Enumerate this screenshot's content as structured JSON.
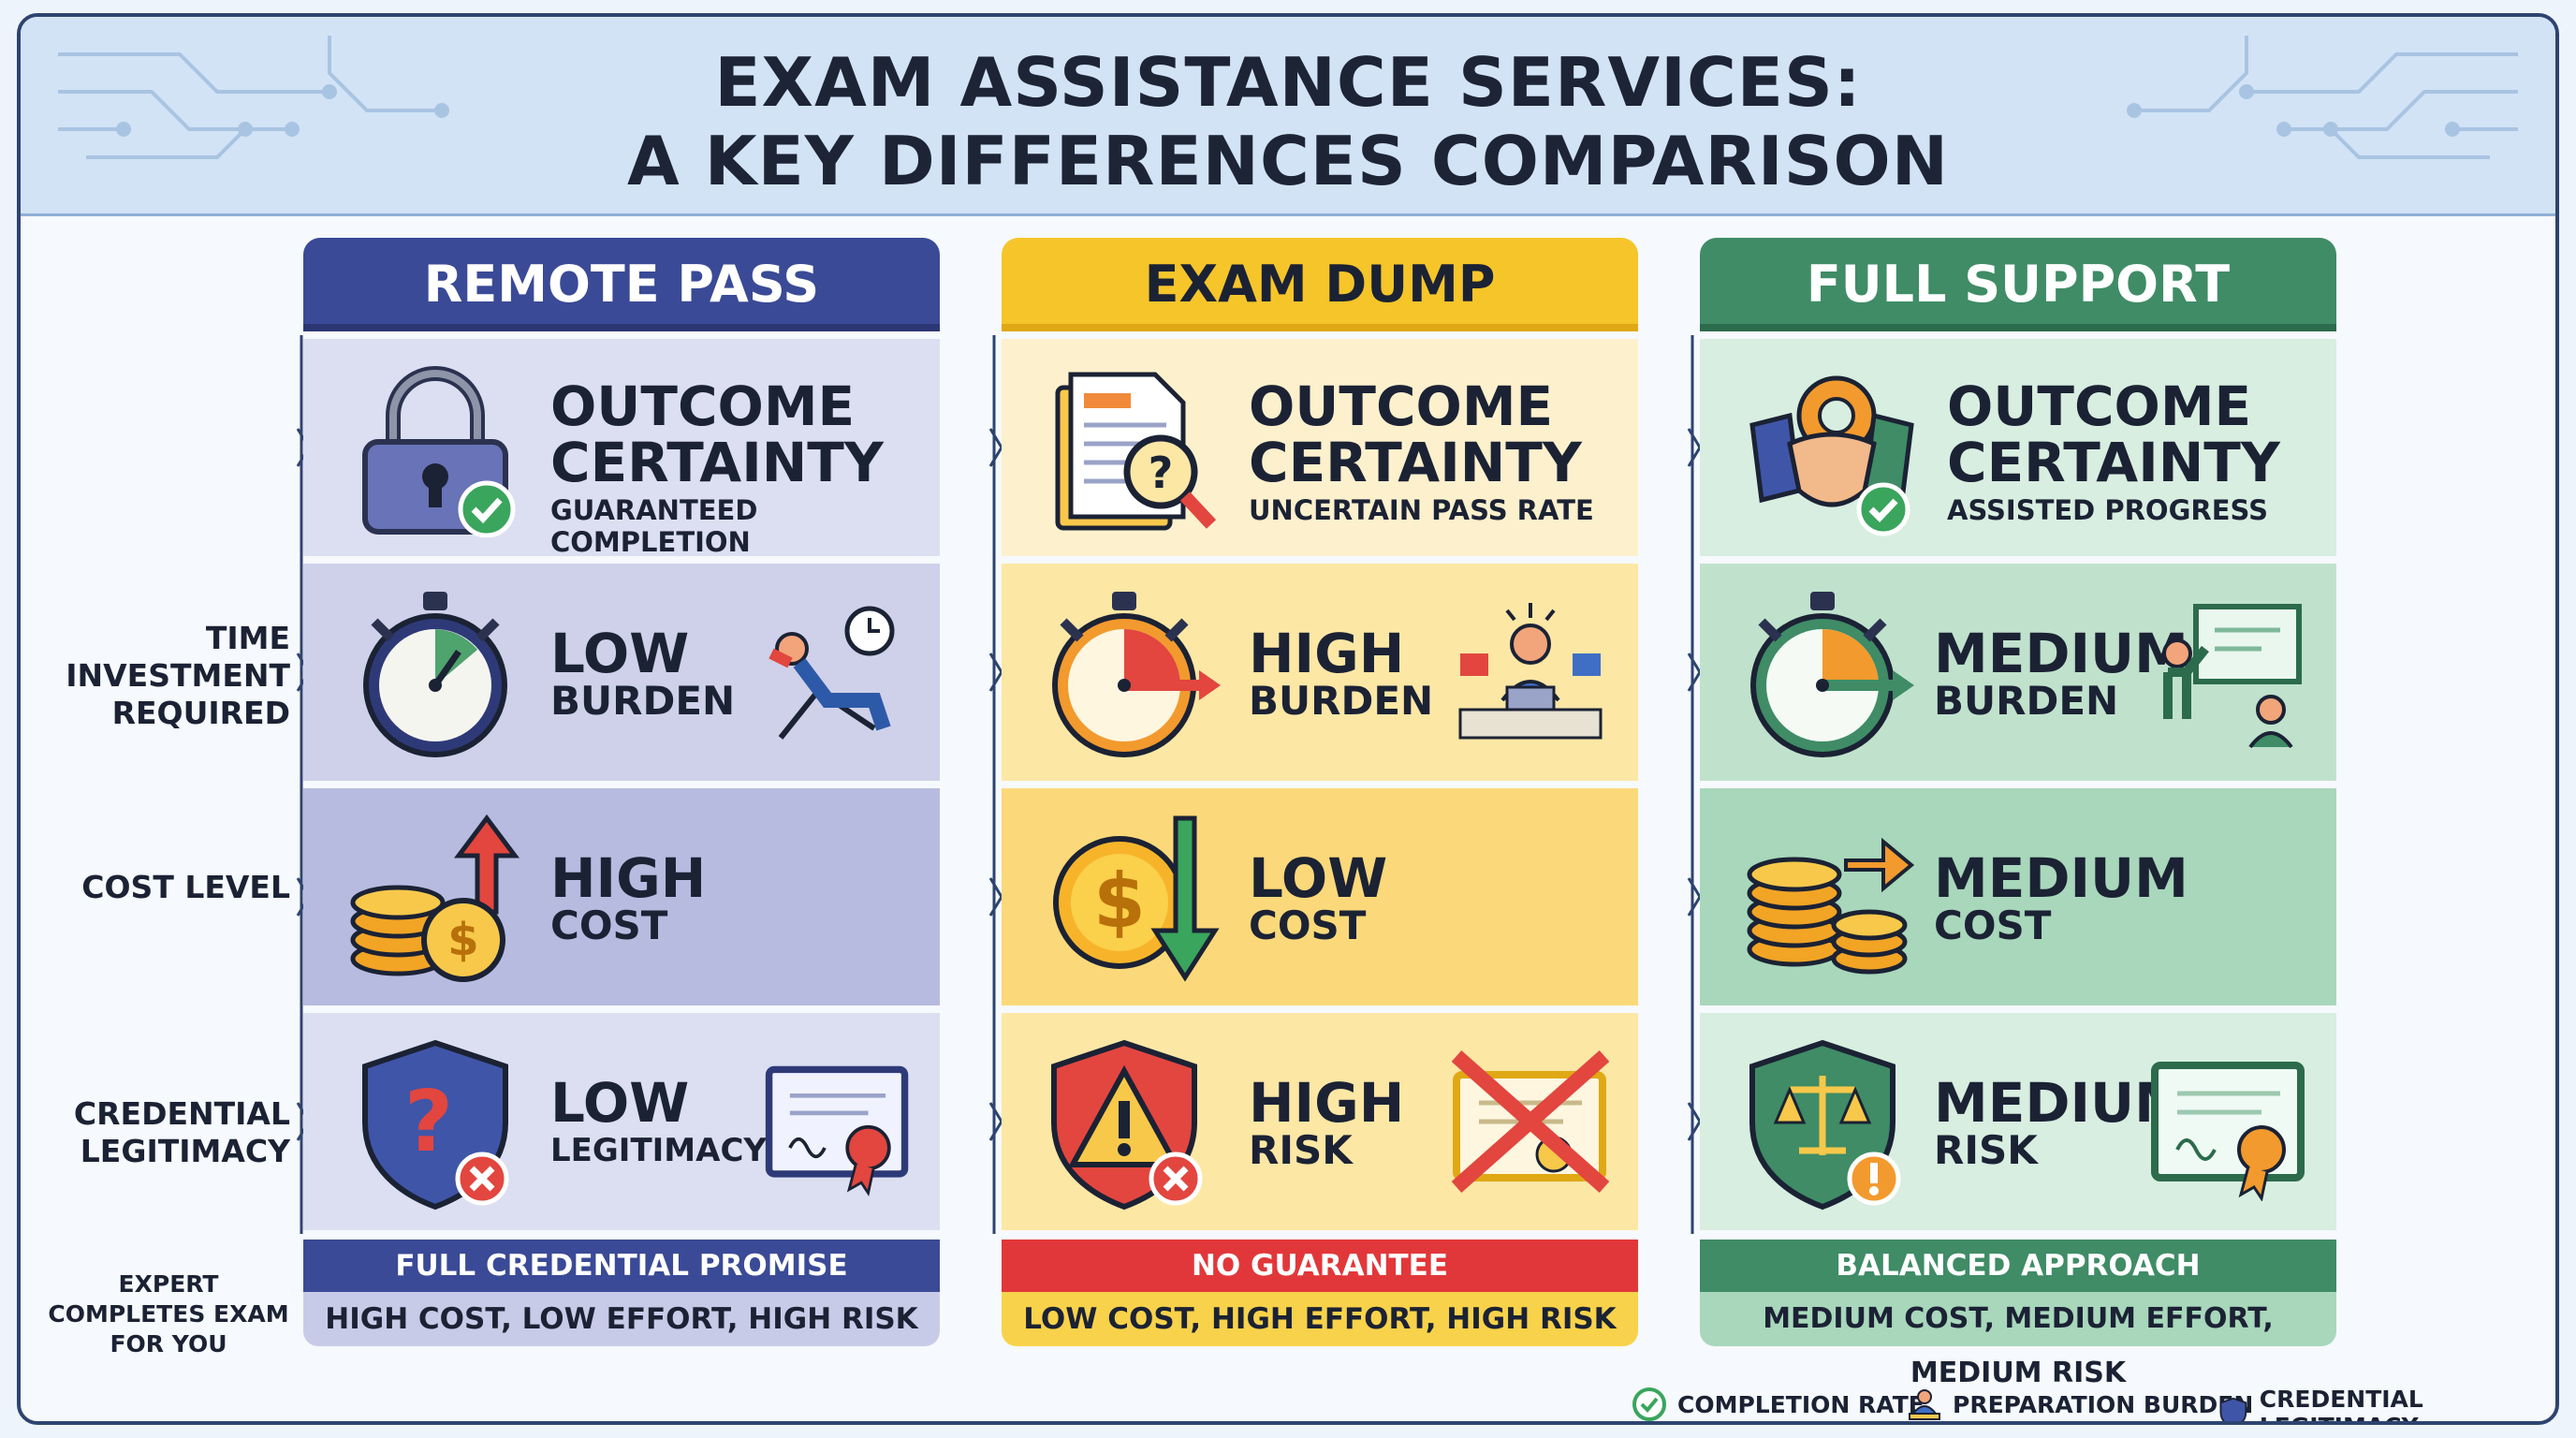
{
  "title": {
    "line1": "EXAM ASSISTANCE SERVICES:",
    "line2": "A KEY DIFFERENCES COMPARISON"
  },
  "row_labels": {
    "time": "TIME INVESTMENT REQUIRED",
    "cost": "COST LEVEL",
    "credential": "CREDENTIAL LEGITIMACY",
    "expert": "EXPERT COMPLETES EXAM FOR YOU"
  },
  "columns": [
    {
      "name": "REMOTE PASS",
      "header_color": "#3a4a96",
      "outcome": {
        "title": "OUTCOME CERTAINTY",
        "detail": "GUARANTEED COMPLETION"
      },
      "time": {
        "level": "LOW",
        "label": "BURDEN"
      },
      "cost": {
        "level": "HIGH",
        "label": "COST"
      },
      "credential": {
        "level": "LOW",
        "label": "LEGITIMACY"
      },
      "promise": "FULL CREDENTIAL PROMISE",
      "summary": "HIGH COST, LOW EFFORT, HIGH RISK"
    },
    {
      "name": "EXAM DUMP",
      "header_color": "#f5c52a",
      "outcome": {
        "title": "OUTCOME CERTAINTY",
        "detail": "UNCERTAIN PASS RATE"
      },
      "time": {
        "level": "HIGH",
        "label": "BURDEN"
      },
      "cost": {
        "level": "LOW",
        "label": "COST"
      },
      "credential": {
        "level": "HIGH",
        "label": "RISK"
      },
      "promise": "NO GUARANTEE",
      "summary": "LOW COST, HIGH EFFORT, HIGH RISK"
    },
    {
      "name": "FULL SUPPORT",
      "header_color": "#3f8c66",
      "outcome": {
        "title": "OUTCOME CERTAINTY",
        "detail": "ASSISTED PROGRESS"
      },
      "time": {
        "level": "MEDIUM",
        "label": "BURDEN"
      },
      "cost": {
        "level": "MEDIUM",
        "label": "COST"
      },
      "credential": {
        "level": "MEDIUM",
        "label": "RISK"
      },
      "promise": "BALANCED APPROACH",
      "summary": "MEDIUM COST, MEDIUM EFFORT, MEDIUM RISK"
    }
  ],
  "legend": [
    {
      "label": "COMPLETION RATE",
      "icon": "check-circle-icon"
    },
    {
      "label": "PREPARATION BURDEN",
      "icon": "studying-person-icon"
    },
    {
      "label": "CREDENTIAL LEGITIMACY",
      "icon": "shield-icon"
    }
  ]
}
